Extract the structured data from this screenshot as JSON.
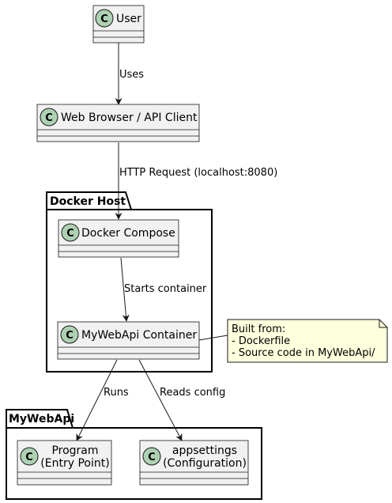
{
  "classes": {
    "user": "User",
    "browser": "Web Browser / API Client",
    "compose": "Docker Compose",
    "container": "MyWebApi Container",
    "program": [
      "Program",
      "(Entry Point)"
    ],
    "appsettings": [
      "appsettings",
      "(Configuration)"
    ]
  },
  "packages": {
    "docker_host": "Docker Host",
    "mywebapi": "MyWebApi"
  },
  "edges": {
    "uses": "Uses",
    "http_request": "HTTP Request (localhost:8080)",
    "starts_container": "Starts container",
    "runs": "Runs",
    "reads_config": "Reads config"
  },
  "note": {
    "lines": [
      "Built from:",
      "- Dockerfile",
      "- Source code in MyWebApi/"
    ]
  },
  "class_marker": "C",
  "colors": {
    "class_fill": "#F1F1F1",
    "class_stroke": "#181818",
    "marker_fill": "#ADD1B2",
    "note_fill": "#FEFFDD"
  }
}
